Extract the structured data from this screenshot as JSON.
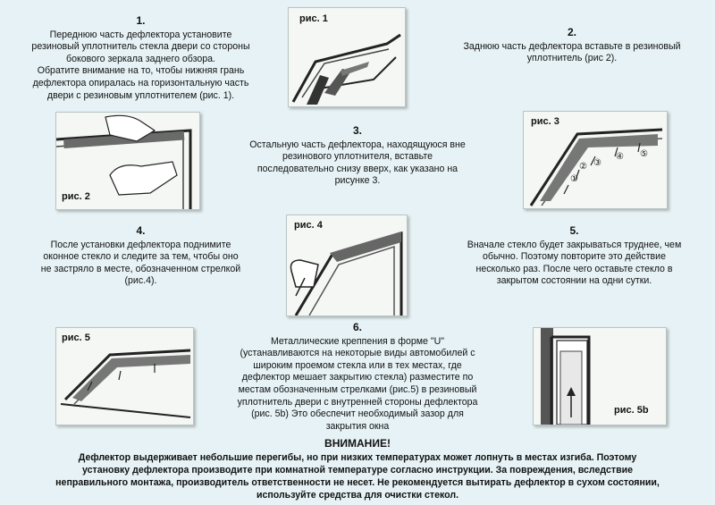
{
  "steps": [
    {
      "num": "1.",
      "text": "Переднюю часть дефлектора установите\nрезиновый уплотнитель стекла двери со стороны\nбокового зеркала заднего обзора.\nОбратите внимание на то, чтобы нижняя грань\nдефлектора опиралась на горизонтальную часть\nдвери с резиновым уплотнителем (рис. 1)."
    },
    {
      "num": "2.",
      "text": "Заднюю часть дефлектора вставьте в резиновый\nуплотнитель (рис 2)."
    },
    {
      "num": "3.",
      "text": "Остальную часть дефлектора, находящуюся вне\nрезинового уплотнителя, вставьте\nпоследовательно снизу вверх, как указано на\nрисунке 3."
    },
    {
      "num": "4.",
      "text": "После установки дефлектора поднимите\nоконное стекло и следите за тем, чтобы оно\nне застряло в месте, обозначенном стрелкой\n(рис.4)."
    },
    {
      "num": "5.",
      "text": "Вначале стекло будет закрываться труднее, чем\nобычно. Поэтому повторите это действие\nнесколько раз. После чего оставьте стекло в\nзакрытом состоянии на одни сутки."
    },
    {
      "num": "6.",
      "text": "Металлические креппения в форме \"U\"\n(устанавливаются на некоторые виды автомобилей с\nшироким проемом стекла или в тех местах, где\nдефлектор мешает закрытию стекла) разместите по\nместам обозначенным стрелками (рис.5) в резиновый\nуплотнитель двери с внутренней стороны дефлектора\n(рис. 5b) Это обеспечит необходимый зазор для\nзакрытия окна"
    }
  ],
  "figures": {
    "fig1": "рис. 1",
    "fig2": "рис. 2",
    "fig3": "рис. 3",
    "fig4": "рис. 4",
    "fig5": "рис. 5",
    "fig5b": "рис. 5b",
    "fig3_numbers": [
      "①",
      "②",
      "③",
      "④",
      "⑤"
    ]
  },
  "warning": {
    "title": "ВНИМАНИЕ!",
    "text": "Дефлектор выдерживает небольшие перегибы, но при низких температурах может лопнуть в местах изгиба. Поэтому\nустановку дефлектора производите при комнатной температуре согласно инструкции. За повреждения, вследствие\nнеправильного монтажа, производитель ответственности не несет. Не рекомендуется вытирать дефлектор в сухом состоянии,\nиспользуйте средства для очистки стекол."
  }
}
